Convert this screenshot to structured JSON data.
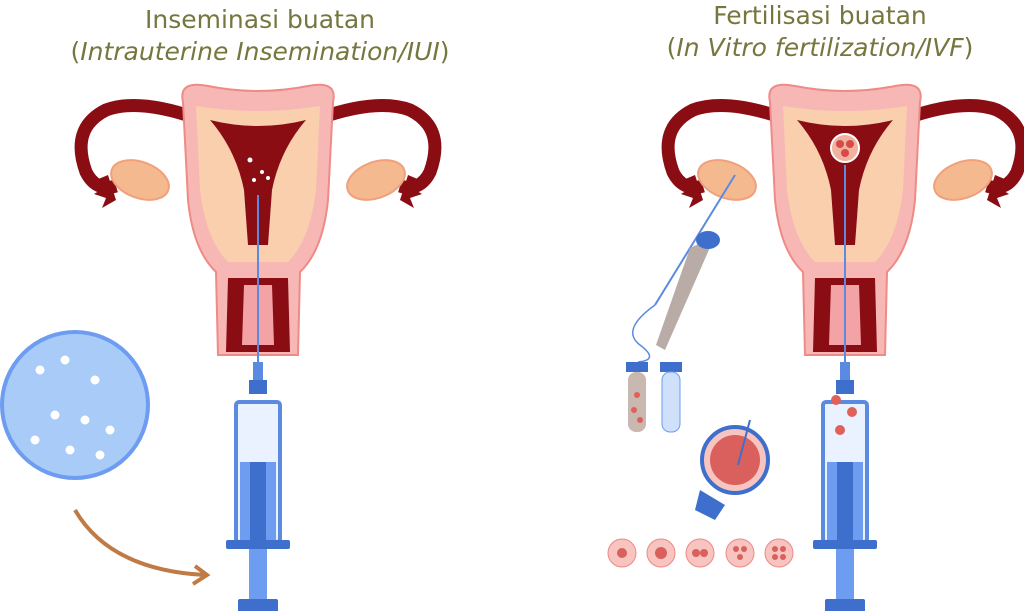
{
  "left_panel": {
    "title": "Inseminasi buatan",
    "subtitle_open": "(",
    "subtitle": "Intrauterine Insemination/IUI",
    "subtitle_close": ")"
  },
  "right_panel": {
    "title": "Fertilisasi buatan",
    "subtitle_open": "(",
    "subtitle": "In Vitro fertilization/IVF",
    "subtitle_close": ")"
  },
  "colors": {
    "title": "#76763f",
    "uterus_dark": "#8b0d14",
    "uterus_pink": "#f7b7b5",
    "uterus_peach": "#f9cfae",
    "syringe_blue": "#5b8be0",
    "arrow": "#c07a45"
  }
}
